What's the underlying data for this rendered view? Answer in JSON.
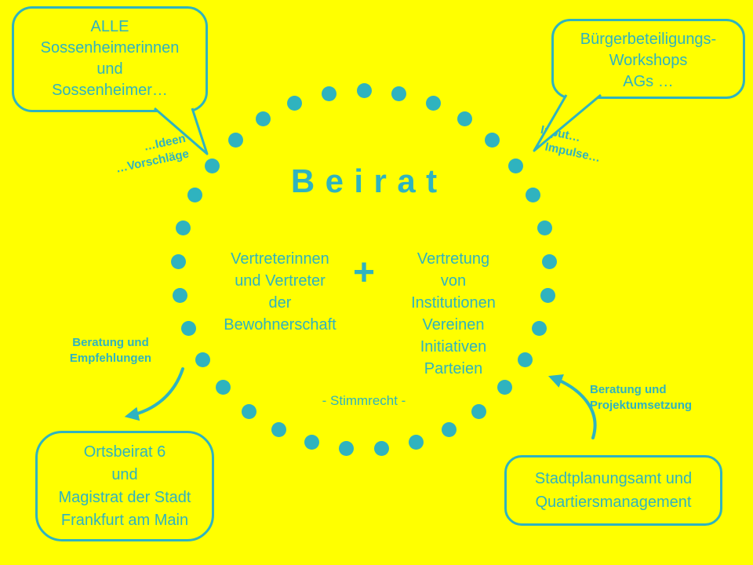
{
  "colors": {
    "background": "#ffff00",
    "accent": "#2fb3bf"
  },
  "diagram": {
    "title": "Beirat",
    "plus": "+",
    "left_column": [
      "Vertreterinnen",
      "und Vertreter",
      "der",
      "Bewohnerschaft"
    ],
    "right_column": [
      "Vertretung",
      "von",
      "Institutionen",
      "Vereinen",
      "Initiativen",
      "Parteien"
    ],
    "voting_note": "- Stimmrecht -"
  },
  "bubbles": {
    "top_left": {
      "lines": [
        "ALLE",
        "Sossenheimerinnen",
        "und",
        "Sossenheimer…"
      ]
    },
    "top_right": {
      "lines": [
        "Bürgerbeteiligungs-",
        "Workshops",
        "AGs …"
      ]
    },
    "bottom_left": {
      "lines": [
        "Ortsbeirat 6",
        "und",
        "Magistrat der Stadt",
        "Frankfurt am Main"
      ]
    },
    "bottom_right": {
      "lines": [
        "Stadtplanungsamt und",
        "Quartiersmanagement"
      ]
    }
  },
  "labels": {
    "ideas": [
      "…Ideen",
      "…Vorschläge"
    ],
    "input": [
      "Input…",
      "Impulse…"
    ],
    "advice_left": [
      "Beratung und",
      "Empfehlungen"
    ],
    "advice_right": [
      "Beratung und",
      "Projektumsetzung"
    ]
  }
}
